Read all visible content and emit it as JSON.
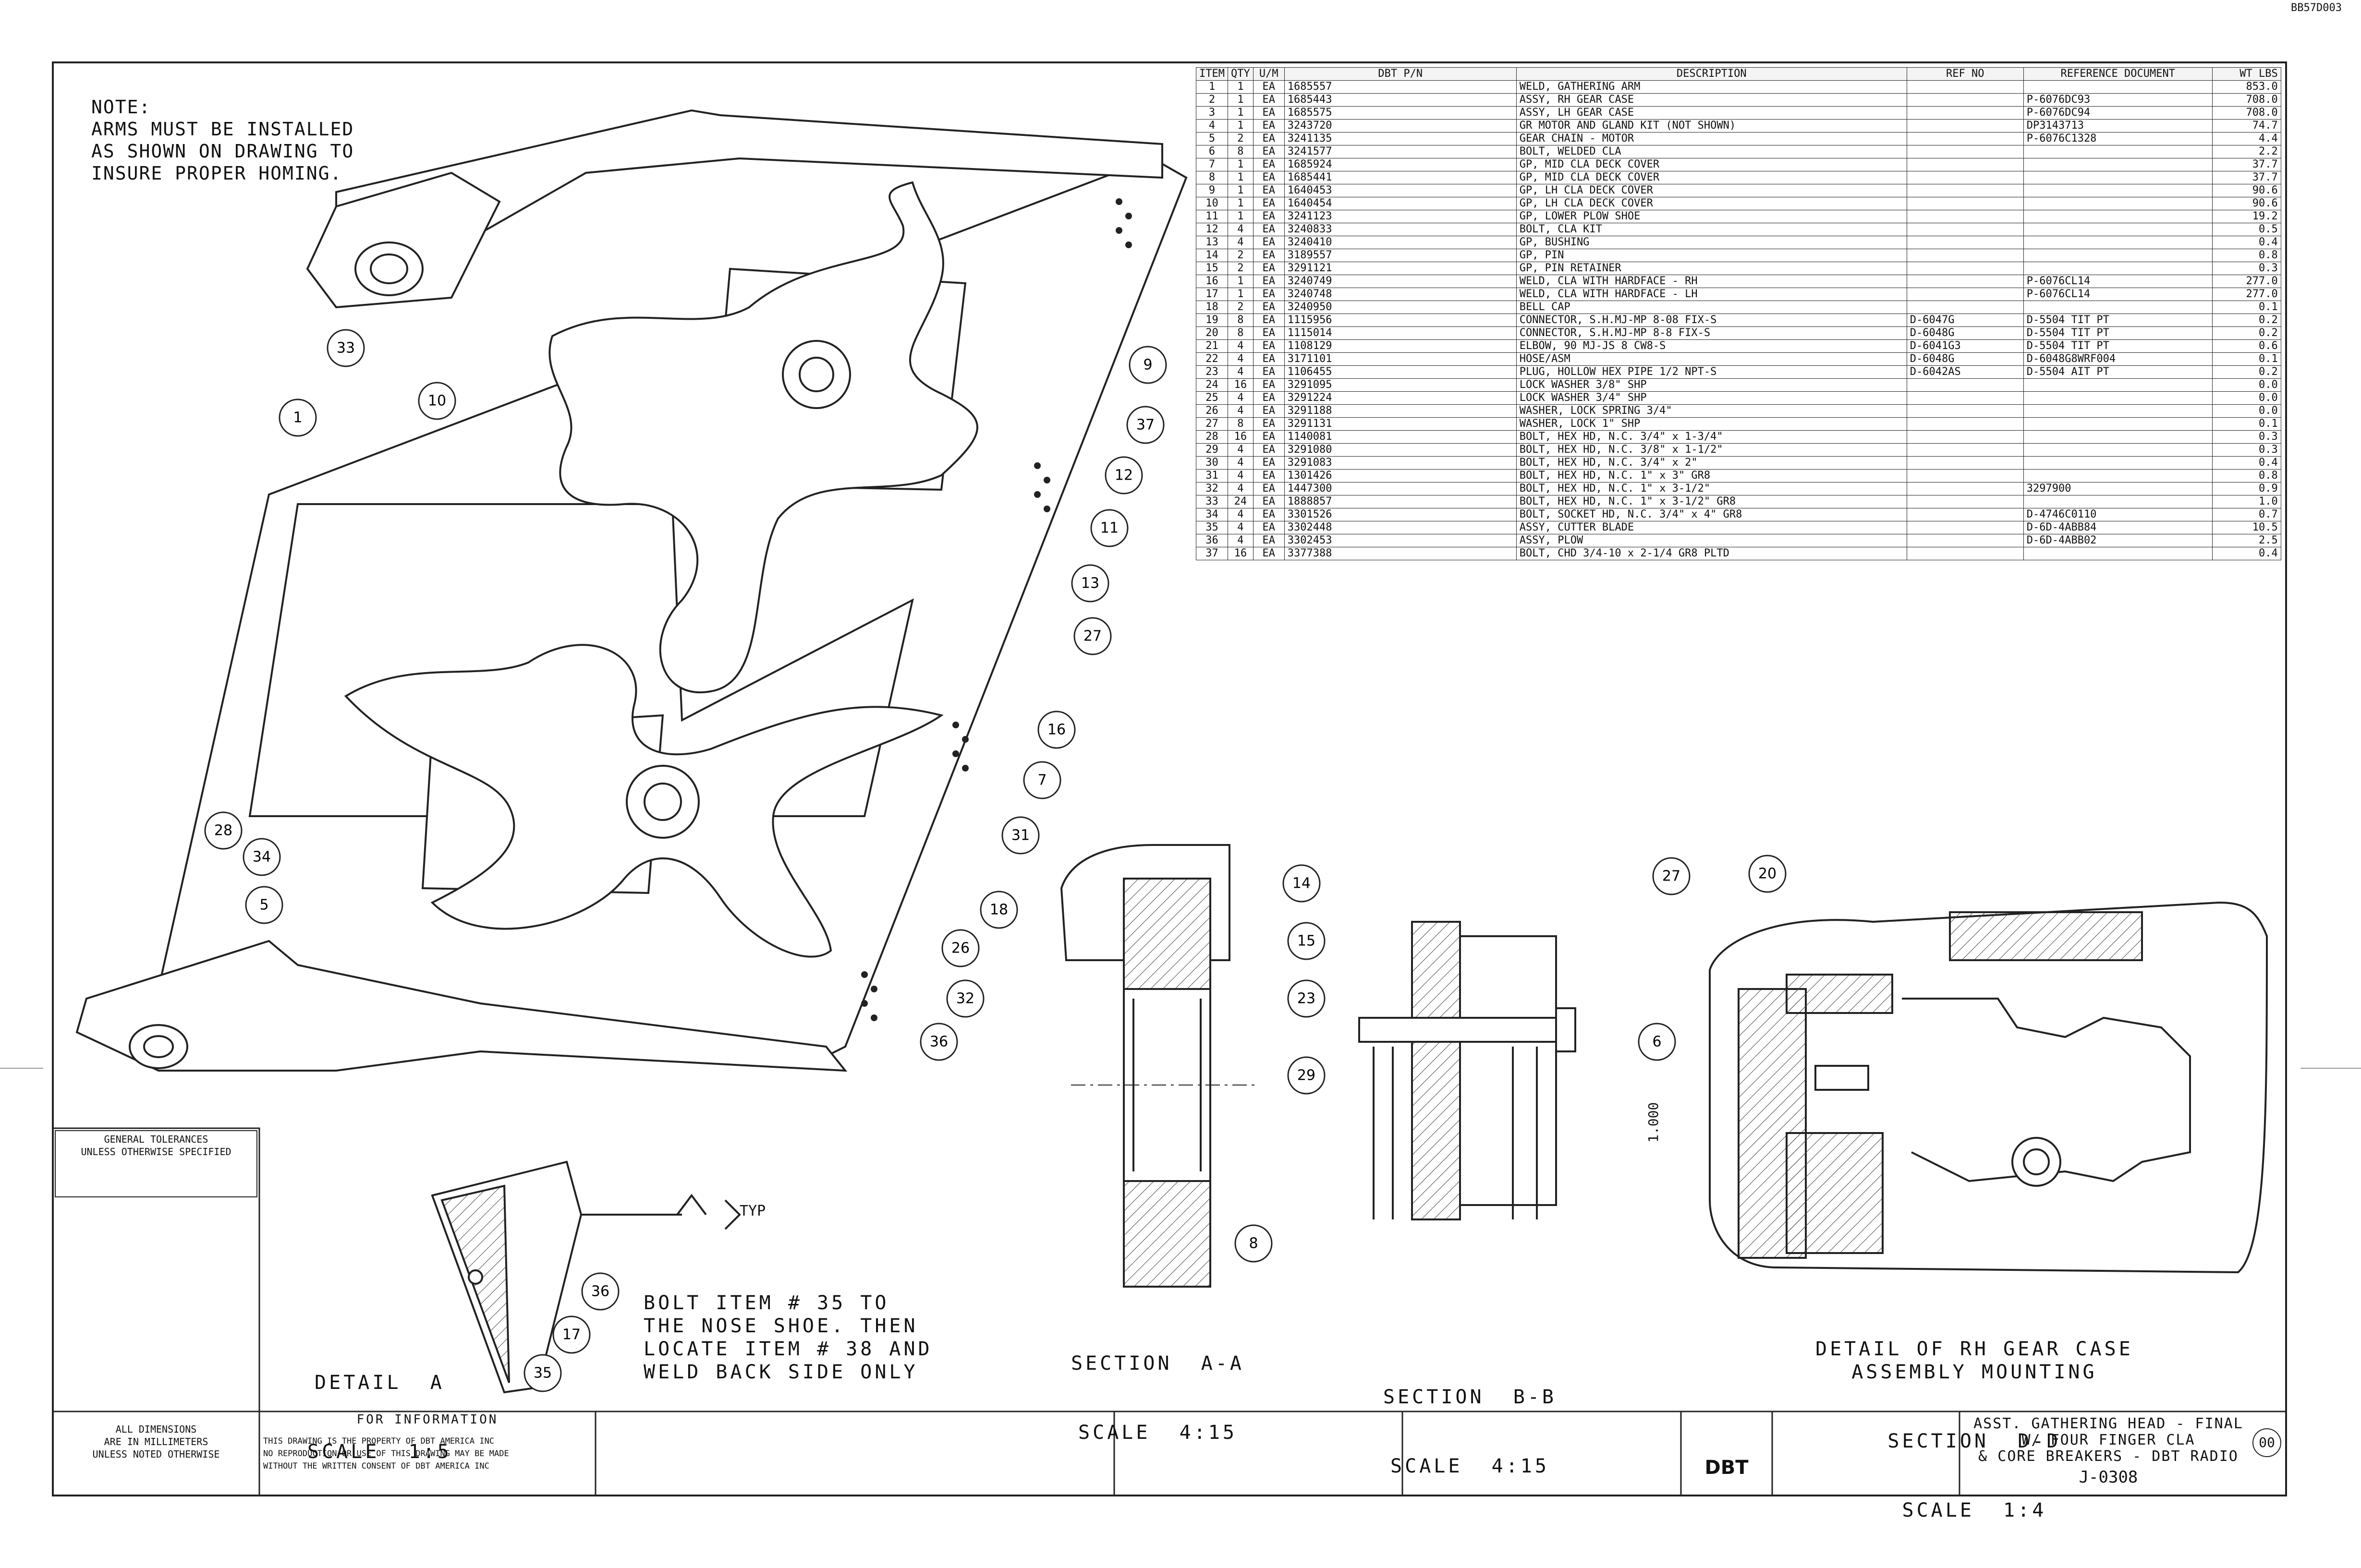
{
  "sheet": {
    "corner_code": "BB57D003"
  },
  "note": "NOTE:\nARMS MUST BE INSTALLED\nAS SHOWN ON DRAWING TO\nINSURE PROPER HOMING.",
  "bom": {
    "headers": [
      "ITEM",
      "QTY",
      "U/M",
      "DBT P/N",
      "DESCRIPTION",
      "REF NO",
      "REFERENCE DOCUMENT",
      "WT LBS"
    ],
    "rows": [
      [
        "1",
        "1",
        "EA",
        "1685557",
        "WELD, GATHERING ARM",
        "",
        "",
        "853.0"
      ],
      [
        "2",
        "1",
        "EA",
        "1685443",
        "ASSY, RH GEAR CASE",
        "",
        "P-6076DC93",
        "708.0"
      ],
      [
        "3",
        "1",
        "EA",
        "1685575",
        "ASSY, LH GEAR CASE",
        "",
        "P-6076DC94",
        "708.0"
      ],
      [
        "4",
        "1",
        "EA",
        "3243720",
        "GR MOTOR AND GLAND KIT (NOT SHOWN)",
        "",
        "DP3143713",
        "74.7"
      ],
      [
        "5",
        "2",
        "EA",
        "3241135",
        "GEAR CHAIN - MOTOR",
        "",
        "P-6076C1328",
        "4.4"
      ],
      [
        "6",
        "8",
        "EA",
        "3241577",
        "BOLT, WELDED CLA",
        "",
        "",
        "2.2"
      ],
      [
        "7",
        "1",
        "EA",
        "1685924",
        "GP, MID CLA DECK COVER",
        "",
        "",
        "37.7"
      ],
      [
        "8",
        "1",
        "EA",
        "1685441",
        "GP, MID CLA DECK COVER",
        "",
        "",
        "37.7"
      ],
      [
        "9",
        "1",
        "EA",
        "1640453",
        "GP, LH CLA DECK COVER",
        "",
        "",
        "90.6"
      ],
      [
        "10",
        "1",
        "EA",
        "1640454",
        "GP, LH CLA DECK COVER",
        "",
        "",
        "90.6"
      ],
      [
        "11",
        "1",
        "EA",
        "3241123",
        "GP, LOWER PLOW SHOE",
        "",
        "",
        "19.2"
      ],
      [
        "12",
        "4",
        "EA",
        "3240833",
        "BOLT, CLA KIT",
        "",
        "",
        "0.5"
      ],
      [
        "13",
        "4",
        "EA",
        "3240410",
        "GP, BUSHING",
        "",
        "",
        "0.4"
      ],
      [
        "14",
        "2",
        "EA",
        "3189557",
        "GP, PIN",
        "",
        "",
        "0.8"
      ],
      [
        "15",
        "2",
        "EA",
        "3291121",
        "GP, PIN RETAINER",
        "",
        "",
        "0.3"
      ],
      [
        "16",
        "1",
        "EA",
        "3240749",
        "WELD, CLA WITH HARDFACE - RH",
        "",
        "P-6076CL14",
        "277.0"
      ],
      [
        "17",
        "1",
        "EA",
        "3240748",
        "WELD, CLA WITH HARDFACE - LH",
        "",
        "P-6076CL14",
        "277.0"
      ],
      [
        "18",
        "2",
        "EA",
        "3240950",
        "BELL CAP",
        "",
        "",
        "0.1"
      ],
      [
        "19",
        "8",
        "EA",
        "1115956",
        "CONNECTOR, S.H.MJ-MP  8-08 FIX-S",
        "D-6047G",
        "D-5504 TIT PT",
        "0.2"
      ],
      [
        "20",
        "8",
        "EA",
        "1115014",
        "CONNECTOR, S.H.MJ-MP  8-8 FIX-S",
        "D-6048G",
        "D-5504 TIT PT",
        "0.2"
      ],
      [
        "21",
        "4",
        "EA",
        "1108129",
        "ELBOW, 90 MJ-JS   8 CW8-S",
        "D-6041G3",
        "D-5504 TIT PT",
        "0.6"
      ],
      [
        "22",
        "4",
        "EA",
        "3171101",
        "HOSE/ASM",
        "D-6048G",
        "D-6048G8WRF004",
        "0.1"
      ],
      [
        "23",
        "4",
        "EA",
        "1106455",
        "PLUG, HOLLOW HEX PIPE  1/2 NPT-S",
        "D-6042AS",
        "D-5504 AIT PT",
        "0.2"
      ],
      [
        "24",
        "16",
        "EA",
        "3291095",
        "LOCK WASHER 3/8\" SHP",
        "",
        "",
        "0.0"
      ],
      [
        "25",
        "4",
        "EA",
        "3291224",
        "LOCK WASHER 3/4\" SHP",
        "",
        "",
        "0.0"
      ],
      [
        "26",
        "4",
        "EA",
        "3291188",
        "WASHER, LOCK SPRING 3/4\"",
        "",
        "",
        "0.0"
      ],
      [
        "27",
        "8",
        "EA",
        "3291131",
        "WASHER, LOCK 1\" SHP",
        "",
        "",
        "0.1"
      ],
      [
        "28",
        "16",
        "EA",
        "1140081",
        "BOLT, HEX HD, N.C. 3/4\" x 1-3/4\"",
        "",
        "",
        "0.3"
      ],
      [
        "29",
        "4",
        "EA",
        "3291080",
        "BOLT, HEX HD, N.C. 3/8\" x 1-1/2\"",
        "",
        "",
        "0.3"
      ],
      [
        "30",
        "4",
        "EA",
        "3291083",
        "BOLT, HEX HD, N.C. 3/4\" x 2\"",
        "",
        "",
        "0.4"
      ],
      [
        "31",
        "4",
        "EA",
        "1301426",
        "BOLT, HEX HD, N.C. 1\" x 3\" GR8",
        "",
        "",
        "0.8"
      ],
      [
        "32",
        "4",
        "EA",
        "1447300",
        "BOLT, HEX HD, N.C. 1\" x 3-1/2\"",
        "",
        "3297900",
        "0.9"
      ],
      [
        "33",
        "24",
        "EA",
        "1888857",
        "BOLT, HEX HD, N.C. 1\" x 3-1/2\" GR8",
        "",
        "",
        "1.0"
      ],
      [
        "34",
        "4",
        "EA",
        "3301526",
        "BOLT, SOCKET HD, N.C. 3/4\" x 4\" GR8",
        "",
        "D-4746C0110",
        "0.7"
      ],
      [
        "35",
        "4",
        "EA",
        "3302448",
        "ASSY, CUTTER BLADE",
        "",
        "D-6D-4ABB84",
        "10.5"
      ],
      [
        "36",
        "4",
        "EA",
        "3302453",
        "ASSY, PLOW",
        "",
        "D-6D-4ABB02",
        "2.5"
      ],
      [
        "37",
        "16",
        "EA",
        "3377388",
        "BOLT, CHD 3/4-10 x 2-1/4 GR8 PLTD",
        "",
        "",
        "0.4"
      ]
    ]
  },
  "balloons": [
    "33",
    "10",
    "1",
    "9",
    "37",
    "12",
    "11",
    "13",
    "27",
    "16",
    "7",
    "31",
    "18",
    "26",
    "32",
    "36",
    "5",
    "28",
    "34",
    "8",
    "14",
    "15",
    "23",
    "29",
    "27",
    "20",
    "6",
    "36",
    "17",
    "35"
  ],
  "views": {
    "section_aa": {
      "title": "SECTION  A-A",
      "scale": "SCALE  4:15"
    },
    "section_bb": {
      "title": "SECTION  B-B",
      "scale": "SCALE  4:15"
    },
    "detail_a": {
      "title": "DETAIL  A",
      "scale": "SCALE  1:5"
    },
    "detail_gear": {
      "title": "DETAIL OF RH GEAR CASE\nASSEMBLY MOUNTING",
      "section": "SECTION  D-D",
      "scale": "SCALE  1:4"
    },
    "bolt_note": "BOLT ITEM # 35 TO\nTHE NOSE SHOE. THEN\nLOCATE ITEM # 38 AND\nWELD BACK SIDE ONLY",
    "weld_symbol": "TYP",
    "dim_label": "1.000"
  },
  "title_block": {
    "tolerance_header": "GENERAL TOLERANCES\nUNLESS OTHERWISE SPECIFIED",
    "info_label": "FOR INFORMATION",
    "all_dimensions": "ALL DIMENSIONS\nARE IN MILLIMETERS\nUNLESS NOTED OTHERWISE",
    "proprietary": "THIS DRAWING IS THE PROPERTY OF DBT AMERICA INC\nNO REPRODUCTION OR USE OF THIS DRAWING MAY BE MADE\nWITHOUT THE WRITTEN CONSENT OF DBT AMERICA INC",
    "logo_text": "DBT",
    "title": "ASST. GATHERING HEAD - FINAL\nW/ FOUR FINGER CLA\n& CORE BREAKERS - DBT RADIO",
    "drawing_no": "J-0308",
    "revision": "00"
  },
  "colors": {
    "line": "#222222",
    "hatch": "#444444",
    "paper": "#ffffff"
  }
}
